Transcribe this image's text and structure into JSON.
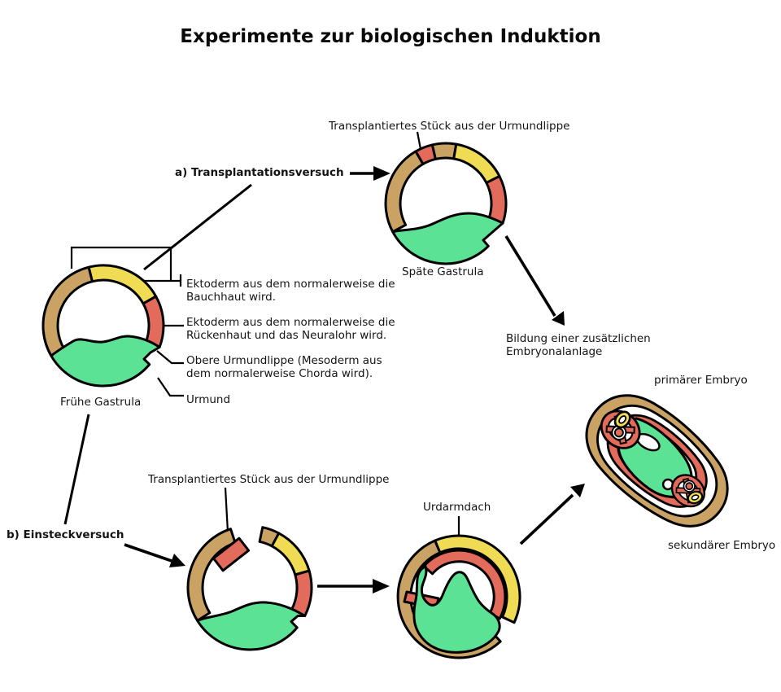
{
  "title": "Experimente zur biologischen Induktion",
  "colors": {
    "tan": "#C9A264",
    "yellow": "#F0DB55",
    "red": "#E36B5B",
    "green": "#5BE295",
    "outline": "#000000"
  },
  "experiment_a": {
    "label": "a) Transplantationsversuch",
    "transplant_label": "Transplantiertes Stück aus der Urmundlippe",
    "late_gastrula_caption": "Späte Gastrula",
    "result_label": "Bildung einer zusätzlichen Embryonalanlage"
  },
  "early_gastrula": {
    "caption": "Frühe Gastrula",
    "annotations": [
      {
        "text": "Ektoderm aus dem normalerweise die Bauchhaut wird."
      },
      {
        "text": "Ektoderm aus dem normalerweise die Rückenhaut und das Neuralohr wird."
      },
      {
        "text": "Obere Urmundlippe (Mesoderm aus dem normalerweise Chorda wird)."
      },
      {
        "text": "Urmund"
      }
    ]
  },
  "experiment_b": {
    "label": "b) Einsteckversuch",
    "transplant_label": "Transplantiertes Stück aus der Urmundlippe",
    "urdarmdach_label": "Urdarmdach"
  },
  "embryo": {
    "primary_label": "primärer Embryo",
    "secondary_label": "sekundärer Embryo"
  }
}
